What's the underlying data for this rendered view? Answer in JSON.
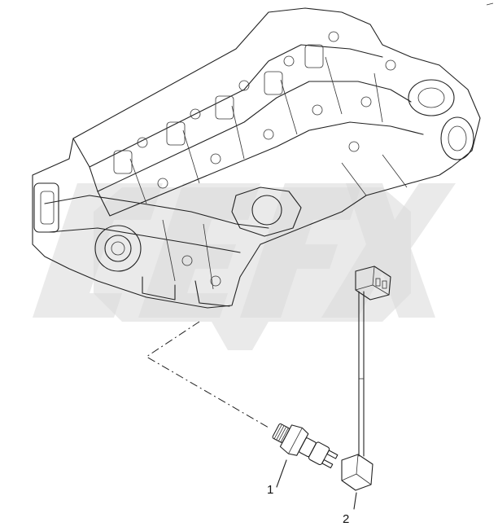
{
  "diagram": {
    "callouts": [
      {
        "label": "1",
        "part": "sensor"
      },
      {
        "label": "2",
        "part": "wiring-harness"
      }
    ],
    "colors": {
      "line": "#222222",
      "watermark": "#d9d9d9",
      "background": "#ffffff"
    }
  }
}
